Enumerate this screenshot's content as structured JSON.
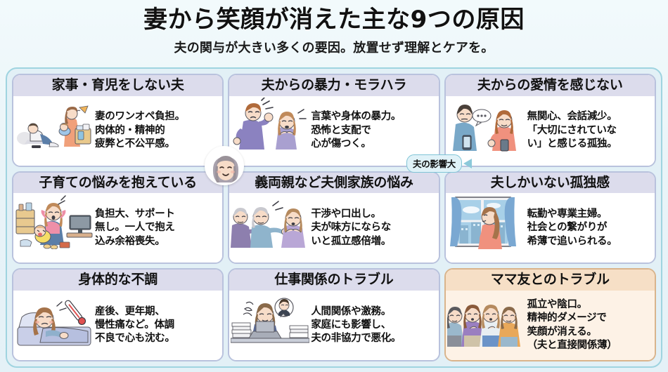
{
  "header": {
    "title": "妻から笑顔が消えた主な9つの原因",
    "subtitle": "夫の関与が大きい多くの要因。放置せず理解とケアを。"
  },
  "badge": {
    "label": "夫の影響大",
    "arrow_icon": "arrow-left-icon"
  },
  "avatar": {
    "icon": "smiling-woman-avatar-icon"
  },
  "colors": {
    "background": "#e9f4f8",
    "panel_border": "#9fd4e0",
    "card_border": "#b9c2dd",
    "card_header": "#dcdcec",
    "accent_card_border": "#d9b48c",
    "accent_card_header": "#f6dfc6",
    "accent_card_body": "#fdf2e6",
    "badge_bg": "#e0f2f8",
    "badge_border": "#7fc4d6",
    "text": "#111111"
  },
  "cards": [
    {
      "title": "家事・育児をしない夫",
      "lines": [
        "妻のワンオペ負担。",
        "肉体的・精神的",
        "疲弊と不公平感。"
      ],
      "illustration": "husband-lying-down-wife-holding-baby-and-laundry-icon",
      "accent": false
    },
    {
      "title": "夫からの暴力・モラハラ",
      "lines": [
        "言葉や身体の暴力。",
        "恐怖と支配で",
        "心が傷つく。"
      ],
      "illustration": "angry-husband-fist-frightened-wife-icon",
      "accent": false
    },
    {
      "title": "夫からの愛情を感じない",
      "lines": [
        "無関心、会話減少。",
        "「大切にされていな",
        "い」と感じる孤独。"
      ],
      "illustration": "husband-on-smartphone-ignoring-wife-icon",
      "accent": false
    },
    {
      "title": "子育ての悩みを抱えている",
      "lines": [
        "負担大、サポート",
        "無し。一人で抱え",
        "込み余裕喪失。"
      ],
      "illustration": "stressed-mother-with-crying-baby-messy-room-icon",
      "accent": false
    },
    {
      "title": "義両親など夫側家族の悩み",
      "lines": [
        "干渉や口出し。",
        "夫が味方にならな",
        "いと孤立感倍増。"
      ],
      "illustration": "in-laws-pointing-at-distressed-wife-icon",
      "accent": false
    },
    {
      "title": "夫しかいない孤独感",
      "lines": [
        "転勤や専業主婦。",
        "社会との繋がりが",
        "希薄で追いられる。"
      ],
      "illustration": "lonely-woman-looking-out-window-icon",
      "accent": false
    },
    {
      "title": "身体的な不調",
      "lines": [
        "産後、更年期、",
        "慢性痛など。体調",
        "不良で心も沈む。"
      ],
      "illustration": "woman-in-bed-with-thermometer-icon",
      "accent": false
    },
    {
      "title": "仕事関係のトラブル",
      "lines": [
        "人間関係や激務。",
        "家庭にも影響し、",
        "夫の非協力で悪化。"
      ],
      "illustration": "overworked-woman-at-desk-with-paperwork-icon",
      "accent": false
    },
    {
      "title": "ママ友とのトラブル",
      "lines": [
        "孤立や陰口。",
        "精神的ダメージで",
        "笑顔が消える。",
        "（夫と直接関係薄）"
      ],
      "illustration": "group-of-mothers-gossiping-icon",
      "accent": true
    }
  ]
}
